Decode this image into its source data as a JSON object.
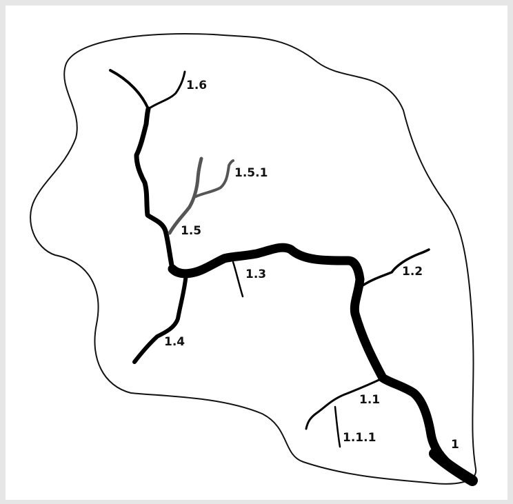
{
  "diagram": {
    "labels": {
      "main": "1",
      "b1_1": "1.1",
      "b1_1_1": "1.1.1",
      "b1_2": "1.2",
      "b1_3": "1.3",
      "b1_4": "1.4",
      "b1_5": "1.5",
      "b1_5_1": "1.5.1",
      "b1_6": "1.6"
    },
    "colors": {
      "stream": "#000000",
      "tributary_1_5_1": "#555555",
      "outline": "#111111"
    }
  }
}
